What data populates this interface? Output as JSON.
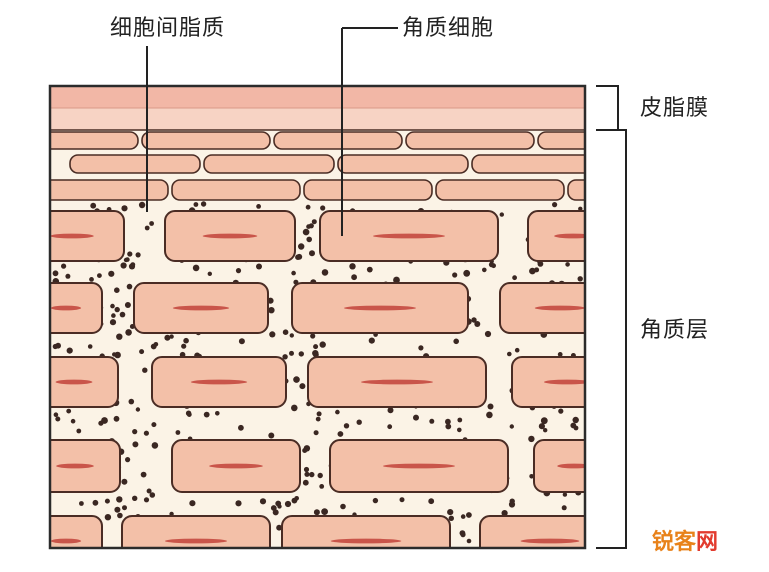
{
  "labels": {
    "intercellular_lipid": "细胞间脂质",
    "corneocyte": "角质细胞",
    "sebum_film": "皮脂膜",
    "stratum_corneum": "角质层"
  },
  "watermark": {
    "part1": "锐客",
    "part2": "网"
  },
  "colors": {
    "cell_fill": "#f3c0a8",
    "cell_stroke": "#4a2c24",
    "nucleus": "#c9554a",
    "sebum_top": "#f2b7a6",
    "sebum_bottom": "#f7d3c4",
    "matrix": "#fbf3e6",
    "dot": "#3a2722",
    "frame": "#2b2b2b"
  }
}
